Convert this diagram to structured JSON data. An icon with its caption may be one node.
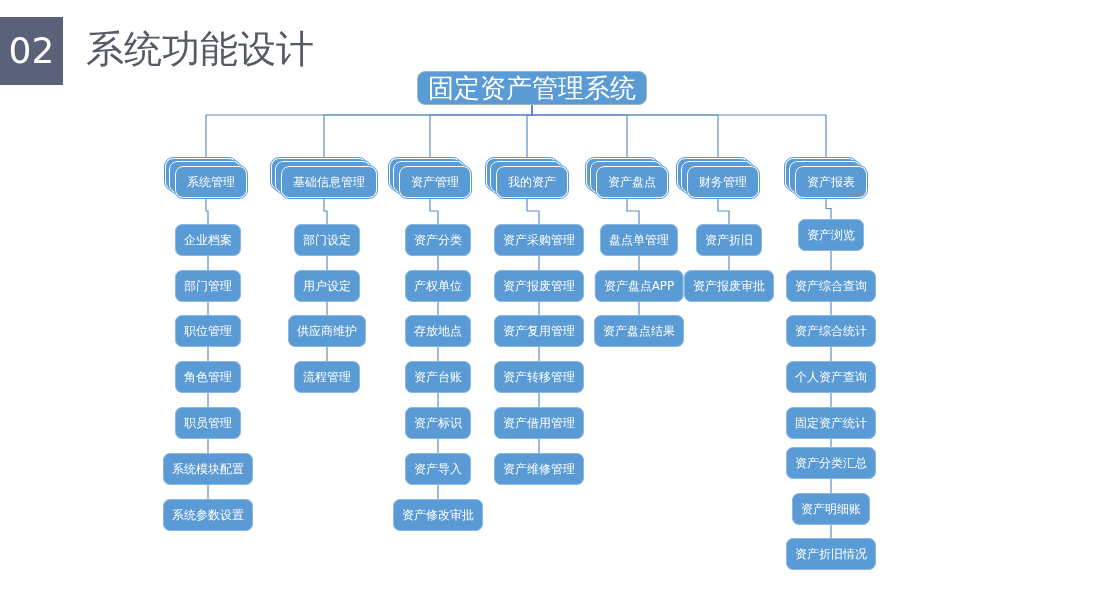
{
  "diagram": {
    "title": "系统功能设计",
    "nodes": [
      {
        "text": [
          "固定资产管理系统"
        ]
      },
      {
        "text": [
          "系统管理"
        ]
      },
      {
        "text": [
          "基础信息管理"
        ]
      },
      {
        "text": [
          "资产管理"
        ]
      },
      {
        "text": [
          "我的资产"
        ]
      },
      {
        "text": [
          "资产盘点"
        ]
      },
      {
        "text": [
          "财务管理"
        ]
      },
      {
        "text": [
          "资产报表"
        ]
      },
      {
        "text": [
          "企业档案"
        ]
      },
      {
        "text": [
          "部门管理"
        ]
      },
      {
        "text": [
          "职位管理"
        ]
      },
      {
        "text": [
          "角色管理"
        ]
      },
      {
        "text": [
          "职员管理"
        ]
      },
      {
        "text": [
          "系统模块配置"
        ]
      },
      {
        "text": [
          "系统参数设置"
        ]
      },
      {
        "text": [
          "部门设定"
        ]
      },
      {
        "text": [
          "用户设定"
        ]
      },
      {
        "text": [
          "供应商维护"
        ]
      },
      {
        "text": [
          "流程管理"
        ]
      },
      {
        "text": [
          "资产分类"
        ]
      },
      {
        "text": [
          "产权单位"
        ]
      },
      {
        "text": [
          "存放地点"
        ]
      },
      {
        "text": [
          "资产台账"
        ]
      },
      {
        "text": [
          "资产标识"
        ]
      },
      {
        "text": [
          "资产导入"
        ]
      },
      {
        "text": [
          "资产修改审批"
        ]
      },
      {
        "text": [
          "资产采购管理"
        ]
      },
      {
        "text": [
          "资产报废管理"
        ]
      },
      {
        "text": [
          "资产复用管理"
        ]
      },
      {
        "text": [
          "资产转移管理"
        ]
      },
      {
        "text": [
          "资产借用管理"
        ]
      },
      {
        "text": [
          "资产维修管理"
        ]
      },
      {
        "text": [
          "盘点单管理"
        ]
      },
      {
        "text": [
          "资产盘点APP"
        ]
      },
      {
        "text": [
          "资产盘点结果"
        ]
      },
      {
        "text": [
          "资产折旧"
        ]
      },
      {
        "text": [
          "资产报废审批"
        ]
      },
      {
        "text": [
          "资产浏览"
        ]
      },
      {
        "text": [
          "资产综合查询"
        ]
      },
      {
        "text": [
          "资产综合统计"
        ]
      },
      {
        "text": [
          "个人资产查询"
        ]
      },
      {
        "text": [
          "固定资产统计"
        ]
      },
      {
        "text": [
          "资产分类汇总"
        ]
      },
      {
        "text": [
          "资产明细账"
        ]
      },
      {
        "text": [
          "资产折旧情况"
        ]
      }
    ],
    "edges": [
      {
        "from": 0,
        "to": 1,
        "arrow": "none"
      },
      {
        "from": 0,
        "to": 2,
        "arrow": "none"
      },
      {
        "from": 0,
        "to": 3,
        "arrow": "none"
      },
      {
        "from": 0,
        "to": 4,
        "arrow": "none"
      },
      {
        "from": 0,
        "to": 5,
        "arrow": "none"
      },
      {
        "from": 0,
        "to": 6,
        "arrow": "none"
      },
      {
        "from": 0,
        "to": 7,
        "arrow": "none"
      },
      {
        "from": 1,
        "to": 8,
        "arrow": "none"
      },
      {
        "from": 8,
        "to": 9,
        "arrow": "none"
      },
      {
        "from": 9,
        "to": 10,
        "arrow": "none"
      },
      {
        "from": 10,
        "to": 11,
        "arrow": "none"
      },
      {
        "from": 11,
        "to": 12,
        "arrow": "none"
      },
      {
        "from": 12,
        "to": 13,
        "arrow": "none"
      },
      {
        "from": 13,
        "to": 14,
        "arrow": "none"
      },
      {
        "from": 2,
        "to": 15,
        "arrow": "none"
      },
      {
        "from": 15,
        "to": 16,
        "arrow": "none"
      },
      {
        "from": 16,
        "to": 17,
        "arrow": "none"
      },
      {
        "from": 17,
        "to": 18,
        "arrow": "none"
      },
      {
        "from": 3,
        "to": 19,
        "arrow": "none"
      },
      {
        "from": 19,
        "to": 20,
        "arrow": "none"
      },
      {
        "from": 20,
        "to": 21,
        "arrow": "none"
      },
      {
        "from": 21,
        "to": 22,
        "arrow": "none"
      },
      {
        "from": 22,
        "to": 23,
        "arrow": "none"
      },
      {
        "from": 23,
        "to": 24,
        "arrow": "none"
      },
      {
        "from": 24,
        "to": 25,
        "arrow": "none"
      },
      {
        "from": 4,
        "to": 26,
        "arrow": "none"
      },
      {
        "from": 26,
        "to": 27,
        "arrow": "none"
      },
      {
        "from": 27,
        "to": 28,
        "arrow": "none"
      },
      {
        "from": 28,
        "to": 29,
        "arrow": "none"
      },
      {
        "from": 29,
        "to": 30,
        "arrow": "none"
      },
      {
        "from": 30,
        "to": 31,
        "arrow": "none"
      },
      {
        "from": 5,
        "to": 32,
        "arrow": "none"
      },
      {
        "from": 32,
        "to": 33,
        "arrow": "none"
      },
      {
        "from": 33,
        "to": 34,
        "arrow": "none"
      },
      {
        "from": 6,
        "to": 35,
        "arrow": "none"
      },
      {
        "from": 35,
        "to": 36,
        "arrow": "none"
      },
      {
        "from": 7,
        "to": 37,
        "arrow": "none"
      },
      {
        "from": 37,
        "to": 38,
        "arrow": "none"
      },
      {
        "from": 38,
        "to": 39,
        "arrow": "none"
      },
      {
        "from": 39,
        "to": 40,
        "arrow": "none"
      },
      {
        "from": 40,
        "to": 41,
        "arrow": "none"
      },
      {
        "from": 41,
        "to": 42,
        "arrow": "none"
      },
      {
        "from": 42,
        "to": 43,
        "arrow": "none"
      },
      {
        "from": 43,
        "to": 44,
        "arrow": "none"
      }
    ],
    "labels": [
      "02"
    ]
  }
}
